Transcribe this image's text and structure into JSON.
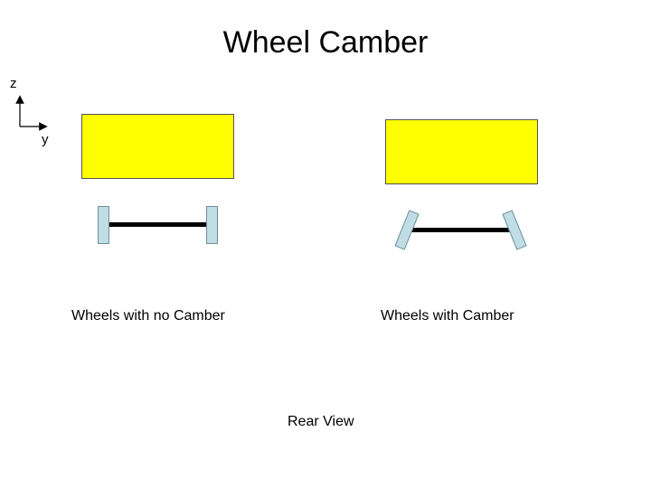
{
  "title": "Wheel Camber",
  "axes": {
    "vertical": "z",
    "horizontal": "y"
  },
  "diagrams": [
    {
      "caption": "Wheels with no Camber",
      "camber": "none"
    },
    {
      "caption": "Wheels with Camber",
      "camber": "tilted"
    }
  ],
  "view_label": "Rear View",
  "colors": {
    "car_body": "#ffff00",
    "wheel": "#c0dde6",
    "axle": "#000000"
  }
}
